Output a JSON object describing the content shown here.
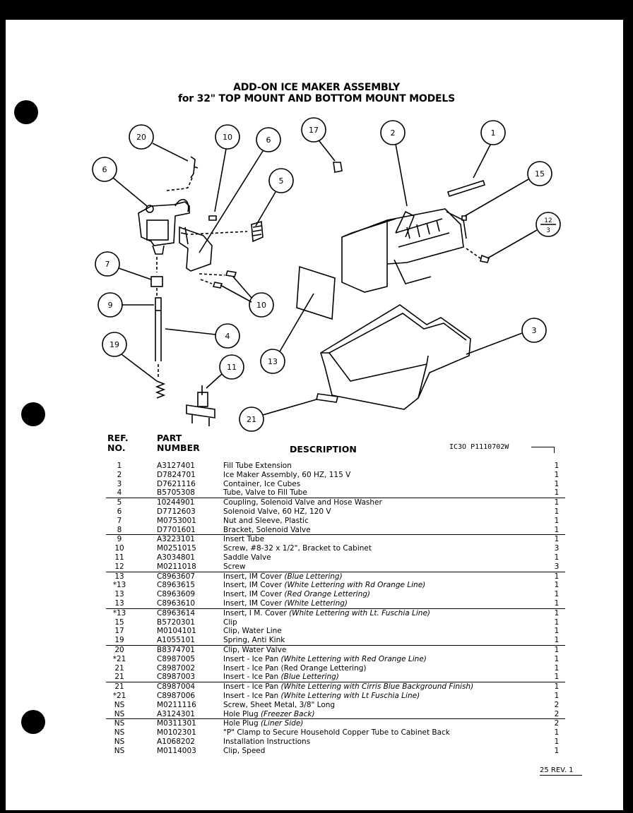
{
  "title": {
    "line1": "ADD-ON ICE MAKER ASSEMBLY",
    "line2": "for 32\" TOP MOUNT AND BOTTOM MOUNT MODELS"
  },
  "callouts": [
    "20",
    "10",
    "6",
    "17",
    "2",
    "1",
    "6",
    "5",
    "15",
    "12",
    "3",
    "7",
    "10",
    "9",
    "4",
    "3",
    "13",
    "19",
    "11",
    "21"
  ],
  "table": {
    "ref_header_1": "REF.",
    "ref_header_2": "NO.",
    "part_header_1": "PART",
    "part_header_2": "NUMBER",
    "desc_header": "DESCRIPTION",
    "doc_code": "IC3O  P1110702W",
    "rows": [
      {
        "ref": "1",
        "part": "A3127401",
        "desc": "Fill Tube Extension",
        "note": "",
        "qty": "1",
        "ul": false
      },
      {
        "ref": "2",
        "part": "D7824701",
        "desc": "Ice Maker Assembly, 60 HZ, 115 V",
        "note": "",
        "qty": "1",
        "ul": false
      },
      {
        "ref": "3",
        "part": "D7621116",
        "desc": "Container, Ice Cubes",
        "note": "",
        "qty": "1",
        "ul": false
      },
      {
        "ref": "4",
        "part": "B5705308",
        "desc": "Tube, Valve to Fill Tube",
        "note": "",
        "qty": "1",
        "ul": true
      },
      {
        "ref": "5",
        "part": "10244901",
        "desc": "Coupling, Solenoid Valve and Hose Washer",
        "note": "",
        "qty": "1",
        "ul": false
      },
      {
        "ref": "6",
        "part": "D7712603",
        "desc": "Solenoid Valve, 60 HZ, 120 V",
        "note": "",
        "qty": "1",
        "ul": false
      },
      {
        "ref": "7",
        "part": "M0753001",
        "desc": "Nut and Sleeve, Plastic",
        "note": "",
        "qty": "1",
        "ul": false
      },
      {
        "ref": "8",
        "part": "D7701601",
        "desc": "Bracket, Solenoid Valve",
        "note": "",
        "qty": "1",
        "ul": true
      },
      {
        "ref": "9",
        "part": "A3223101",
        "desc": "Insert Tube",
        "note": "",
        "qty": "1",
        "ul": false
      },
      {
        "ref": "10",
        "part": "M0251015",
        "desc": "Screw, #8-32 x 1/2\", Bracket to Cabinet",
        "note": "",
        "qty": "3",
        "ul": false
      },
      {
        "ref": "11",
        "part": "A3034801",
        "desc": "Saddle Valve",
        "note": "",
        "qty": "1",
        "ul": false
      },
      {
        "ref": "12",
        "part": "M0211018",
        "desc": "Screw",
        "note": "",
        "qty": "3",
        "ul": true
      },
      {
        "ref": "13",
        "part": "C8963607",
        "desc": "Insert, IM Cover ",
        "note": "(Blue Lettering)",
        "qty": "1",
        "ul": false
      },
      {
        "ref": "*13",
        "part": "C8963615",
        "desc": "Insert, IM Cover ",
        "note": "(White Lettering with Rd Orange Line)",
        "qty": "1",
        "ul": false
      },
      {
        "ref": "13",
        "part": "C8963609",
        "desc": "Insert, IM Cover ",
        "note": "(Red Orange Lettering)",
        "qty": "1",
        "ul": false
      },
      {
        "ref": "13",
        "part": "C8963610",
        "desc": "Insert, IM Cover ",
        "note": "(White Lettering)",
        "qty": "1",
        "ul": true
      },
      {
        "ref": "*13",
        "part": "C8963614",
        "desc": "Insert, I M. Cover ",
        "note": "(White Lettering with Lt. Fuschia Line)",
        "qty": "1",
        "ul": false
      },
      {
        "ref": "15",
        "part": "B5720301",
        "desc": "Clip",
        "note": "",
        "qty": "1",
        "ul": false
      },
      {
        "ref": "17",
        "part": "M0104101",
        "desc": "Clip, Water Line",
        "note": "",
        "qty": "1",
        "ul": false
      },
      {
        "ref": "19",
        "part": "A1055101",
        "desc": "Spring, Anti Kink",
        "note": "",
        "qty": "1",
        "ul": true
      },
      {
        "ref": "20",
        "part": "B8374701",
        "desc": "Clip, Water Valve",
        "note": "",
        "qty": "1",
        "ul": false
      },
      {
        "ref": "*21",
        "part": "C8987005",
        "desc": "Insert  -  Ice Pan ",
        "note": "(White Lettering with Red Orange Line)",
        "qty": "1",
        "ul": false
      },
      {
        "ref": "21",
        "part": "C8987002",
        "desc": "Insert  -  Ice Pan (Red Orange Lettering)",
        "note": "",
        "qty": "1",
        "ul": false
      },
      {
        "ref": "21",
        "part": "C8987003",
        "desc": "Insert  -  Ice Pan ",
        "note": "(Blue Lettering)",
        "qty": "1",
        "ul": true
      },
      {
        "ref": "21",
        "part": "C8987004",
        "desc": "Insert  -  Ice Pan ",
        "note": "(White Lettering with Cirris Blue Background Finish)",
        "qty": "1",
        "ul": false
      },
      {
        "ref": "*21",
        "part": "C8987006",
        "desc": "Insert  -  Ice Pan ",
        "note": "(White Lettering with Lt  Fuschia Line)",
        "qty": "1",
        "ul": false
      },
      {
        "ref": "NS",
        "part": "M0211116",
        "desc": "Screw, Sheet Metal, 3/8\" Long",
        "note": "",
        "qty": "2",
        "ul": false
      },
      {
        "ref": "NS",
        "part": "A3124301",
        "desc": "Hole Plug ",
        "note": "(Freezer Back)",
        "qty": "2",
        "ul": true
      },
      {
        "ref": "NS",
        "part": "M0311301",
        "desc": "Hole Plug ",
        "note": "(Liner Side)",
        "qty": "2",
        "ul": false
      },
      {
        "ref": "NS",
        "part": "M0102301",
        "desc": "\"P\" Clamp to Secure Household Copper Tube to Cabinet Back",
        "note": "",
        "qty": "1",
        "ul": false
      },
      {
        "ref": "NS",
        "part": "A1068202",
        "desc": "Installation Instructions",
        "note": "",
        "qty": "1",
        "ul": false
      },
      {
        "ref": "NS",
        "part": "M0114003",
        "desc": "Clip, Speed",
        "note": "",
        "qty": "1",
        "ul": false
      }
    ]
  },
  "footer_code": "25 REV. 1"
}
